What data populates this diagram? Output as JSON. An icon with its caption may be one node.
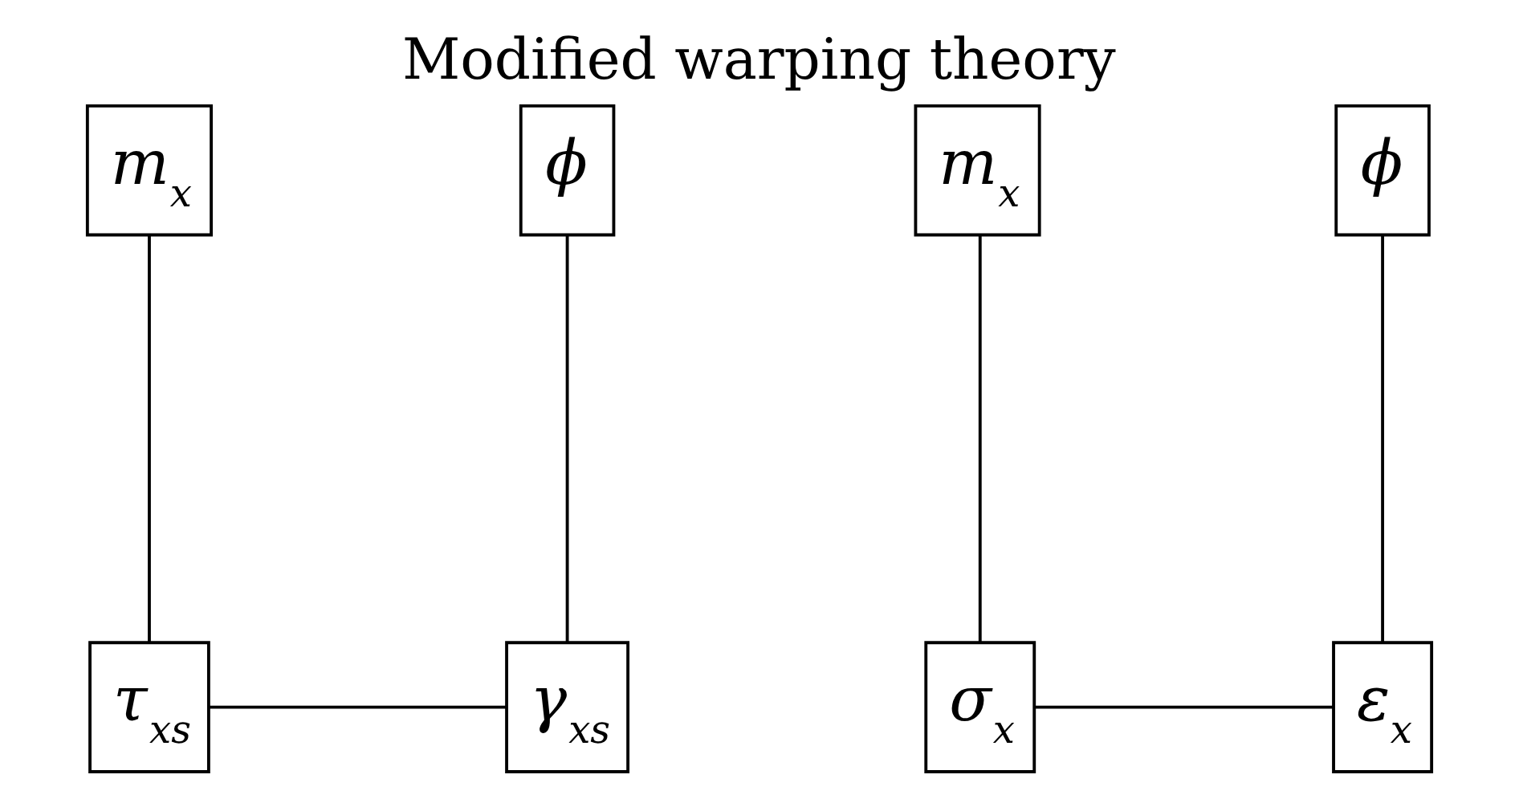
{
  "diagram": {
    "title": "Modified warping theory",
    "nodes": [
      {
        "text": [
          "m$_{x}$"
        ]
      },
      {
        "text": [
          "ϕ"
        ]
      },
      {
        "text": [
          "τ$_{xs}$"
        ]
      },
      {
        "text": [
          "γ$_{xs}$"
        ]
      },
      {
        "text": [
          "m$_{x}$"
        ]
      },
      {
        "text": [
          "ϕ"
        ]
      },
      {
        "text": [
          "σ$_{x}$"
        ]
      },
      {
        "text": [
          "ε$_{x}$"
        ]
      }
    ],
    "edges": [
      {
        "from": 0,
        "to": 2,
        "arrow": "none"
      },
      {
        "from": 1,
        "to": 3,
        "arrow": "none"
      },
      {
        "from": 2,
        "to": 3,
        "arrow": "none"
      },
      {
        "from": 4,
        "to": 6,
        "arrow": "none"
      },
      {
        "from": 5,
        "to": 7,
        "arrow": "none"
      },
      {
        "from": 6,
        "to": 7,
        "arrow": "none"
      }
    ]
  }
}
